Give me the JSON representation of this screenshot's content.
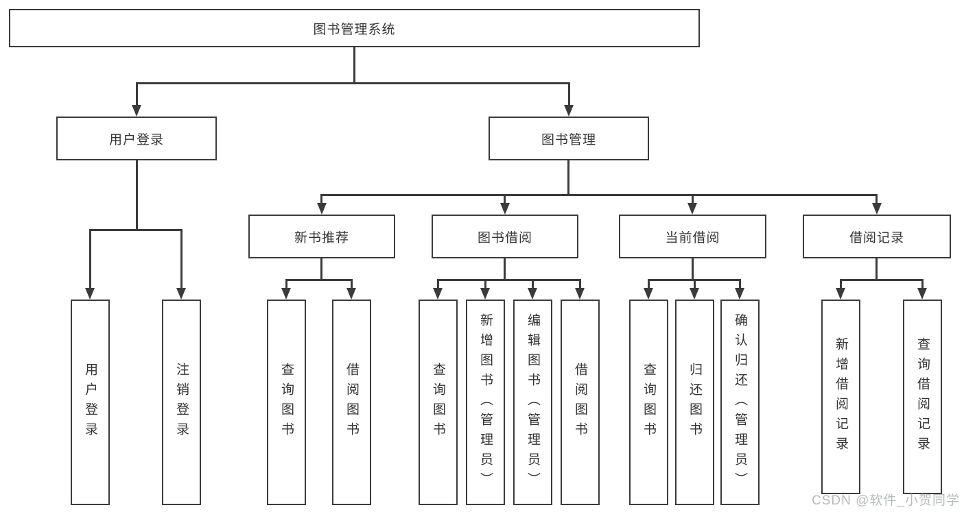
{
  "diagram": {
    "root": {
      "label": "图书管理系统"
    },
    "branches": [
      {
        "label": "用户登录",
        "children": [
          {
            "label": "用户登录"
          },
          {
            "label": "注销登录"
          }
        ]
      },
      {
        "label": "图书管理",
        "children": [
          {
            "label": "新书推荐",
            "children": [
              {
                "label": "查询图书"
              },
              {
                "label": "借阅图书"
              }
            ]
          },
          {
            "label": "图书借阅",
            "children": [
              {
                "label": "查询图书"
              },
              {
                "label": "新增图书（管理员）"
              },
              {
                "label": "编辑图书（管理员）"
              },
              {
                "label": "借阅图书"
              }
            ]
          },
          {
            "label": "当前借阅",
            "children": [
              {
                "label": "查询图书"
              },
              {
                "label": "归还图书"
              },
              {
                "label": "确认归还（管理员）"
              }
            ]
          },
          {
            "label": "借阅记录",
            "children": [
              {
                "label": "新增借阅记录"
              },
              {
                "label": "查询借阅记录"
              }
            ]
          }
        ]
      }
    ],
    "watermark": "CSDN @软件_小贺同学",
    "colors": {
      "line": "#3b3b3b",
      "text": "#333333",
      "watermark": "#b6bac1",
      "background": "#ffffff"
    }
  }
}
